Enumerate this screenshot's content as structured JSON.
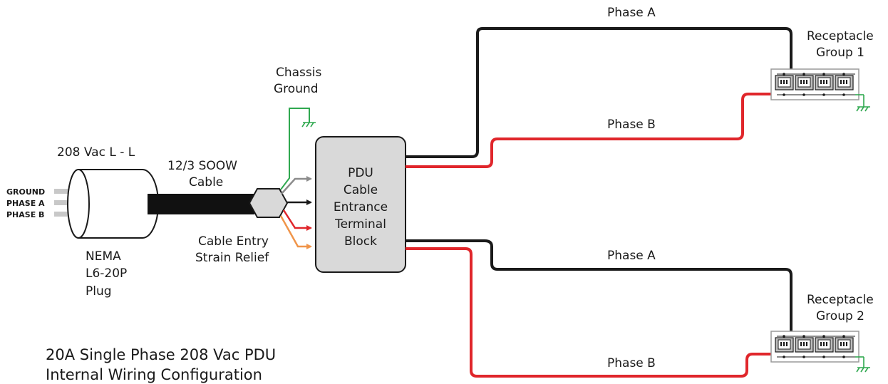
{
  "labels": {
    "voltage": "208 Vac L - L",
    "cable_line1": "12/3 SOOW",
    "cable_line2": "Cable",
    "chassis_line1": "Chassis",
    "chassis_line2": "Ground",
    "strain_line1": "Cable Entry",
    "strain_line2": "Strain Relief",
    "plug_line1": "NEMA",
    "plug_line2": "L6-20P",
    "plug_line3": "Plug",
    "pin_ground": "GROUND",
    "pin_phase_a": "PHASE A",
    "pin_phase_b": "PHASE B",
    "pdu_line1": "PDU",
    "pdu_line2": "Cable",
    "pdu_line3": "Entrance",
    "pdu_line4": "Terminal",
    "pdu_line5": "Block",
    "group1_line1": "Receptacle",
    "group1_line2": "Group 1",
    "group2_line1": "Receptacle",
    "group2_line2": "Group 2",
    "phase_a_top": "Phase A",
    "phase_b_top": "Phase B",
    "phase_a_bottom": "Phase A",
    "phase_b_bottom": "Phase B",
    "title_line1": "20A Single Phase 208 Vac PDU",
    "title_line2": "Internal Wiring Configuration"
  },
  "colors": {
    "phase_a": "#1a1a1a",
    "phase_b": "#e0262b",
    "ground": "#2fa84f",
    "neutral_gray": "#8c8c8c",
    "orange": "#f0954a",
    "pdu_fill": "#d9d9d9",
    "receptacle_fill": "#bdbdbd"
  }
}
